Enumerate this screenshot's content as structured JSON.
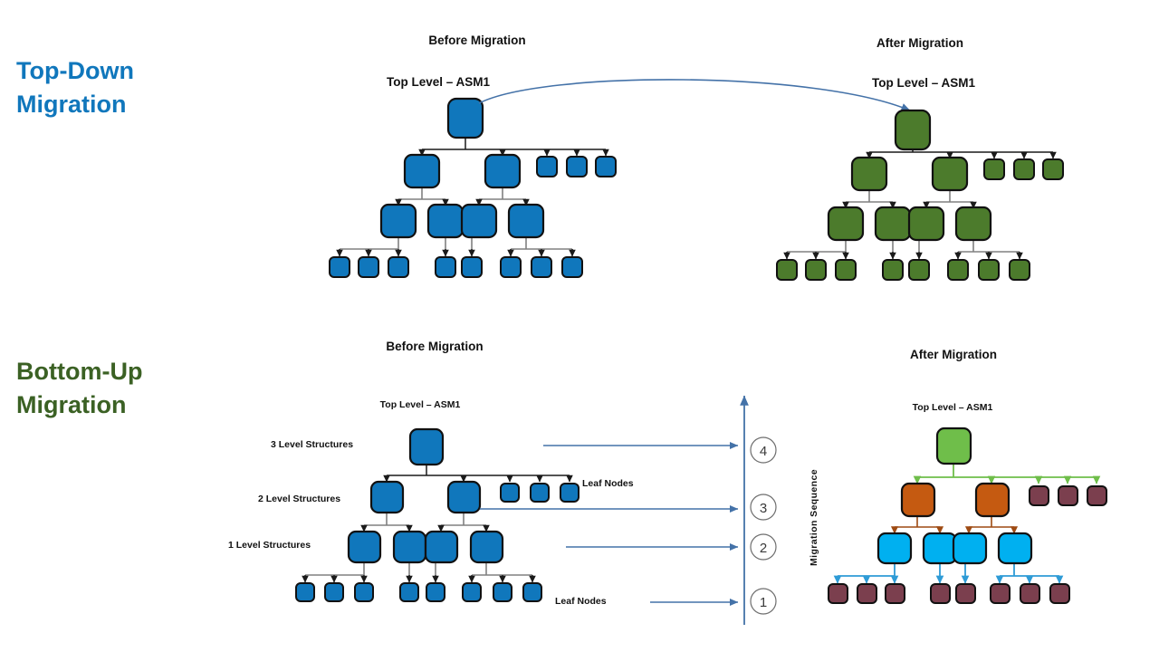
{
  "page": {
    "bg": "#ffffff",
    "sections": [
      {
        "id": "top-down",
        "title_line1": "Top-Down",
        "title_line2": "Migration",
        "color": "#1077BC"
      },
      {
        "id": "bottom-up",
        "title_line1": "Bottom-Up",
        "title_line2": "Migration",
        "color": "#3B6124"
      }
    ]
  },
  "palette": {
    "blue": "#1077BC",
    "green_dark": "#4C7B2C",
    "green_light": "#6FBE4A",
    "orange": "#C55A11",
    "cyan": "#00B0F0",
    "maroon": "#7B3F4E",
    "arrow_blue": "#4472A8",
    "connector_dark": "#1A1A1A",
    "connector_gray": "#808080",
    "text": "#111111"
  },
  "top_down": {
    "before_heading": "Before Migration",
    "after_heading": "After Migration",
    "before_root_label": "Top Level – ASM1",
    "after_root_label": "Top Level – ASM1",
    "before_node_color": "#1077BC",
    "after_node_color": "#4C7B2C",
    "migration_arrow": "curved-arrow-before-to-after"
  },
  "bottom_up": {
    "before_heading": "Before Migration",
    "after_heading": "After Migration",
    "before_root_label": "Top Level – ASM1",
    "after_root_label": "Top Level – ASM1",
    "row_labels": [
      "3 Level Structures",
      "2 Level Structures",
      "1 Level Structures"
    ],
    "leaf_label_mid": "Leaf Nodes",
    "leaf_label_bottom": "Leaf Nodes",
    "sequence_axis_label": "Migration Sequence",
    "sequence_steps": [
      "4",
      "3",
      "2",
      "1"
    ],
    "after_level_colors": {
      "root": "#6FBE4A",
      "level2": "#C55A11",
      "level3": "#00B0F0",
      "leaf": "#7B3F4E"
    }
  }
}
